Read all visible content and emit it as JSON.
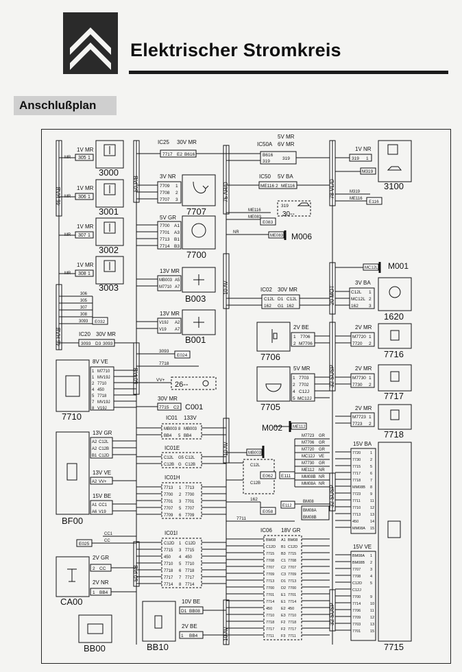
{
  "header": {
    "title": "Elektrischer Stromkreis",
    "subtitle": "Anschlußplan"
  },
  "components": {
    "c3000": {
      "label": "3000",
      "connector": "1V MR",
      "pins": [
        {
          "wire": "305",
          "pin": "1"
        }
      ]
    },
    "c3001": {
      "label": "3001",
      "connector": "1V MR",
      "pins": [
        {
          "wire": "306",
          "pin": "1"
        }
      ]
    },
    "c3002": {
      "label": "3002",
      "connector": "1V MR",
      "pins": [
        {
          "wire": "307",
          "pin": "1"
        }
      ]
    },
    "c3003": {
      "label": "3003",
      "connector": "1V MR",
      "pins": [
        {
          "wire": "308",
          "pin": "1"
        }
      ]
    },
    "c7707": {
      "label": "7707",
      "connector": "3V NR",
      "pins": [
        {
          "wire": "7709",
          "pin": "1"
        },
        {
          "wire": "7708",
          "pin": "2"
        },
        {
          "wire": "7707",
          "pin": "3"
        }
      ]
    },
    "c7700": {
      "label": "7700",
      "connector": "5V GR",
      "pins": [
        {
          "wire": "7700",
          "pin": "A1"
        },
        {
          "wire": "7701",
          "pin": "A3"
        },
        {
          "wire": "7713",
          "pin": "B1"
        },
        {
          "wire": "7714",
          "pin": "B3"
        }
      ]
    },
    "cB003": {
      "label": "B003",
      "connector": "13V MR",
      "pins": [
        {
          "wire": "MB003",
          "pin": "A5"
        },
        {
          "wire": "M7710",
          "pin": "A7"
        }
      ]
    },
    "cB001": {
      "label": "B001",
      "connector": "13V MR",
      "pins": [
        {
          "wire": "V19J",
          "pin": "A2"
        },
        {
          "wire": "V19",
          "pin": "A7"
        }
      ]
    },
    "c3100": {
      "label": "3100",
      "connector": "1V NR",
      "pins": [
        {
          "wire": "319",
          "pin": "1"
        },
        {
          "wire": "M319",
          "pin": ""
        }
      ]
    },
    "c1620": {
      "label": "1620",
      "connector": "3V BA",
      "pins": [
        {
          "wire": "C12L",
          "pin": "1"
        },
        {
          "wire": "MC12L",
          "pin": "2"
        },
        {
          "wire": "162",
          "pin": "3"
        }
      ]
    },
    "c7706": {
      "label": "7706",
      "connector": "2V BE",
      "pins": [
        {
          "wire": "7706",
          "pin": "1"
        },
        {
          "wire": "M7706",
          "pin": "2"
        }
      ]
    },
    "c7716": {
      "label": "7716",
      "connector": "2V MR",
      "pins": [
        {
          "wire": "M7720",
          "pin": "1"
        },
        {
          "wire": "7720",
          "pin": "2"
        }
      ]
    },
    "c7705": {
      "label": "7705",
      "connector": "5V MR",
      "pins": [
        {
          "wire": "7703",
          "pin": "1"
        },
        {
          "wire": "7702",
          "pin": "2"
        },
        {
          "wire": "C12J",
          "pin": "4"
        },
        {
          "wire": "MC12J",
          "pin": "5"
        }
      ]
    },
    "c7717": {
      "label": "7717",
      "connector": "2V MR",
      "pins": [
        {
          "wire": "M7730",
          "pin": "1"
        },
        {
          "wire": "7730",
          "pin": "2"
        }
      ]
    },
    "c7718": {
      "label": "7718",
      "connector": "2V MR",
      "pins": [
        {
          "wire": "M7723",
          "pin": "1"
        },
        {
          "wire": "7723",
          "pin": "2"
        }
      ]
    },
    "c7710": {
      "label": "7710",
      "connector": "8V VE",
      "pins": [
        {
          "wire": "M7710",
          "pin": "1"
        },
        {
          "wire": "MV19J",
          "pin": "1"
        },
        {
          "wire": "7710",
          "pin": "2"
        },
        {
          "wire": "450",
          "pin": "4"
        },
        {
          "wire": "7718",
          "pin": "5"
        },
        {
          "wire": "MV19J",
          "pin": "7"
        },
        {
          "wire": "V19J",
          "pin": "8"
        }
      ]
    },
    "cBF00": {
      "label": "BF00",
      "connector1": "13V GR",
      "connector2": "13V VE",
      "connector3": "15V BE",
      "pins1": [
        {
          "pin": "A2",
          "wire": "C12L"
        },
        {
          "pin": "A2",
          "wire": "C12B"
        },
        {
          "pin": "B1",
          "wire": "C12D"
        }
      ],
      "pins2": [
        {
          "pin": "A2",
          "wire": "VV+"
        }
      ],
      "pins3": [
        {
          "pin": "A1",
          "wire": "CC1"
        },
        {
          "pin": "A6",
          "wire": "V19"
        }
      ]
    },
    "cCA00": {
      "label": "CA00",
      "connector1": "2V GR",
      "connector2": "2V NR",
      "pins1": [
        {
          "pin": "2",
          "wire": "CC"
        }
      ],
      "pins2": [
        {
          "pin": "1",
          "wire": "BB4"
        }
      ]
    },
    "cBB00": {
      "label": "BB00"
    },
    "cBB10": {
      "label": "BB10",
      "connector1": "10V BE",
      "connector2": "2V BE",
      "pins1": [
        {
          "pin": "D1",
          "wire": "BB08"
        }
      ],
      "pins2": [
        {
          "pin": "1",
          "wire": "BB4"
        }
      ]
    },
    "c7715": {
      "label": "7715",
      "connector1": "15V BA",
      "connector2": "15V VE"
    },
    "m001": {
      "label": "M001"
    },
    "m002": {
      "label": "M002"
    },
    "m006": {
      "label": "M006"
    },
    "c30": {
      "label": "30--",
      "wire": "319"
    },
    "c26": {
      "label": "26--",
      "pins": [
        {
          "wire": "VV+"
        }
      ]
    },
    "cC001": {
      "label": "C001",
      "connector": "30V MR",
      "pins": [
        {
          "wire": "7715",
          "pin": "C2"
        }
      ]
    }
  },
  "harness": {
    "h46hab_top": "46 HAB",
    "h46hab_bot": "46 HAB",
    "h50pb_top": "50 P/B",
    "h50pb_mid": "50 P/B",
    "h50pb_bot": "50 P/B",
    "h75ard": "75 AR/D",
    "h10av_1": "10 AV",
    "h10av_2": "10 AV",
    "h10av_3": "10 AV",
    "h78vld": "78 VL/D",
    "h20mot": "20 MOT",
    "h32susp_1": "32 SUSP",
    "h32susp_2": "32 SUSP",
    "h32susp_3": "32 SUSP",
    "h32susp_4": "32 SUSP"
  },
  "ic": {
    "ic25": {
      "label": "IC25",
      "connector": "30V MR",
      "cells": [
        "7717",
        "E2",
        "B616"
      ]
    },
    "ic50a": {
      "label": "IC50A",
      "connector": "5V MR",
      "connector2": "6V MR",
      "cells": [
        "B616",
        "319",
        "319"
      ]
    },
    "ic50": {
      "label": "IC50",
      "connector": "5V BA",
      "cells": [
        "ME116",
        "2",
        "ME116"
      ]
    },
    "ic02": {
      "label": "IC02",
      "connector": "30V MR",
      "cells": [
        "C12L",
        "D1",
        "C12L",
        "162",
        "G1",
        "162"
      ]
    },
    "ic20": {
      "label": "IC20",
      "connector": "30V MR",
      "cells": [
        "3093",
        "D3",
        "3093"
      ]
    },
    "ic01": {
      "label": "IC01",
      "connector": "133V",
      "cells": [
        "MB003",
        "8",
        "MB003",
        "BB4",
        "5",
        "BB4"
      ]
    },
    "ic01e": {
      "label": "IC01E",
      "cells": [
        "C12L",
        "G5",
        "C12L",
        "C12B",
        "G",
        "C12B"
      ]
    },
    "ic01h": {
      "label": "IC01H",
      "cells": [
        "7713",
        "1",
        "7713",
        "7700",
        "2",
        "7700",
        "7701",
        "3",
        "7701",
        "7707",
        "5",
        "7707",
        "7709",
        "6",
        "7709"
      ]
    },
    "ic01i": {
      "label": "IC01I",
      "cells": [
        "C12D",
        "1",
        "C12D",
        "7715",
        "3",
        "7715",
        "450",
        "4",
        "450",
        "7710",
        "5",
        "7710",
        "7718",
        "6",
        "7718",
        "7717",
        "7",
        "7717",
        "7714",
        "8",
        "7714"
      ]
    },
    "ic06": {
      "label": "IC06",
      "connector": "18V GR",
      "cells": [
        "BM08",
        "A1",
        "BM08",
        "C12D",
        "B1",
        "C12D",
        "7715",
        "B3",
        "7715",
        "7708",
        "C1",
        "7708",
        "7707",
        "C2",
        "7707",
        "7709",
        "C3",
        "7709",
        "7713",
        "D1",
        "7713",
        "7700",
        "D2",
        "7700",
        "7701",
        "E1",
        "7701",
        "7714",
        "E1",
        "7714",
        "450",
        "E2",
        "450",
        "7710",
        "E3",
        "7710",
        "7718",
        "F2",
        "7718",
        "7717",
        "F2",
        "7717",
        "7711",
        "F3",
        "7711"
      ]
    }
  },
  "wires": {
    "e032": "E032",
    "e024": "E024",
    "e025": "E025",
    "e083": "E083",
    "e062": "E062",
    "e058": "E058",
    "e111": "E111",
    "e116": "E116",
    "w3093": "3093",
    "w7718": "7718",
    "w162": "162",
    "w7711": "7711"
  },
  "list_7715_top": [
    "7720",
    "7730",
    "7715",
    "7717",
    "7718",
    "MM08B",
    "7723",
    "7711",
    "7710",
    "7713",
    "450",
    "MM08A"
  ],
  "list_7715_top_pins": [
    "1",
    "2",
    "5",
    "6",
    "7",
    "8",
    "9",
    "11",
    "12",
    "13",
    "14",
    "15"
  ],
  "list_7715_bot": [
    "BM08A",
    "BM08B",
    "7707",
    "7708",
    "C12D",
    "C12J",
    "7700",
    "7714",
    "7706",
    "7709",
    "7703",
    "7701"
  ],
  "list_7715_bot_pins": [
    "1",
    "2",
    "3",
    "4",
    "5",
    "",
    "9",
    "10",
    "11",
    "12",
    "13",
    "15"
  ],
  "list_m002": [
    "ME112",
    "M7723",
    "M7706",
    "M7720",
    "MC12J",
    "M7730",
    "ME112",
    "MM08B",
    "MM08A"
  ],
  "list_m002_colors": [
    "",
    "GR",
    "GR",
    "GR",
    "VE",
    "GR",
    "NR",
    "NR",
    "NR"
  ],
  "list_bm": [
    "BM08",
    "BM08A",
    "BM08B"
  ],
  "list_306": [
    "306",
    "305",
    "307",
    "308",
    "3093"
  ],
  "colors": {
    "ink": "#111111",
    "paper": "#f4f4f2",
    "logo_bg": "#2a2a2a",
    "tag_bg": "#cfcfcf"
  }
}
